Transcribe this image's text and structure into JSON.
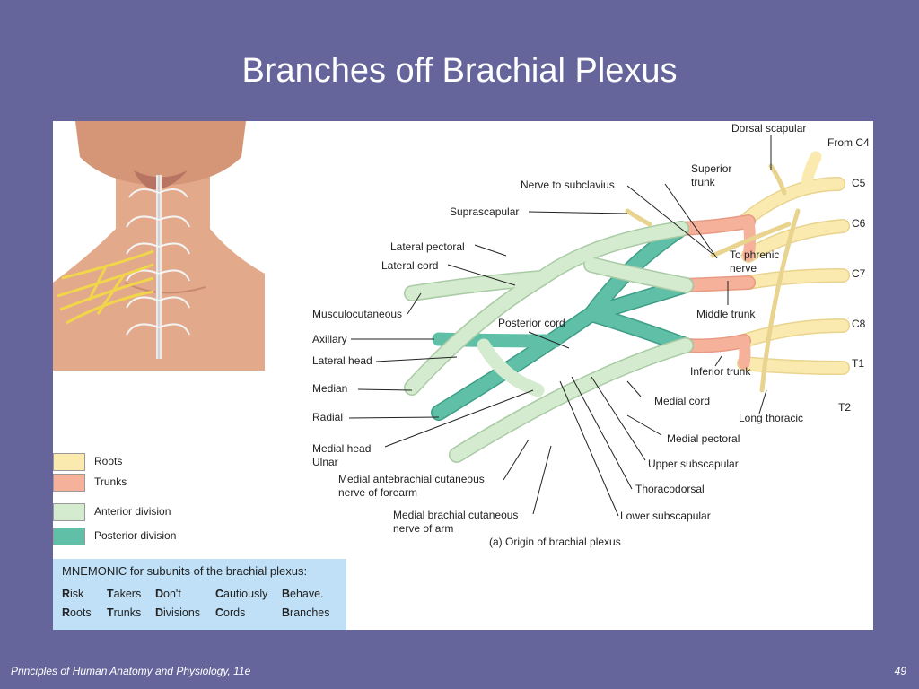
{
  "slide": {
    "title": "Branches off Brachial Plexus",
    "footer_source": "Principles of Human Anatomy and Physiology, 11e",
    "page_number": "49"
  },
  "diagram": {
    "caption": "(a) Origin of brachial plexus",
    "labels": {
      "dorsal_scapular": "Dorsal scapular",
      "from_c4": "From C4",
      "superior_trunk_1": "Superior",
      "superior_trunk_2": "trunk",
      "c5": "C5",
      "c6": "C6",
      "c7": "C7",
      "c8": "C8",
      "t1": "T1",
      "t2": "T2",
      "nerve_to_subclavius": "Nerve to subclavius",
      "suprascapular": "Suprascapular",
      "lateral_pectoral": "Lateral pectoral",
      "lateral_cord": "Lateral cord",
      "to_phrenic_1": "To phrenic",
      "to_phrenic_2": "nerve",
      "musculocutaneous": "Musculocutaneous",
      "middle_trunk": "Middle trunk",
      "posterior_cord": "Posterior cord",
      "axillary": "Axillary",
      "lateral_head": "Lateral head",
      "inferior_trunk": "Inferior trunk",
      "median": "Median",
      "medial_cord": "Medial cord",
      "radial": "Radial",
      "long_thoracic": "Long thoracic",
      "medial_pectoral": "Medial pectoral",
      "medial_head": "Medial head",
      "ulnar": "Ulnar",
      "upper_subscapular": "Upper subscapular",
      "med_antebrachial_1": "Medial antebrachial cutaneous",
      "med_antebrachial_2": "nerve of forearm",
      "thoracodorsal": "Thoracodorsal",
      "med_brachial_1": "Medial brachial cutaneous",
      "med_brachial_2": "nerve of arm",
      "lower_subscapular": "Lower subscapular"
    }
  },
  "legend": {
    "items": [
      {
        "label": "Roots",
        "color": "#fbeab0"
      },
      {
        "label": "Trunks",
        "color": "#f5b19a"
      },
      {
        "label": "Anterior division",
        "color": "#d5ebcf"
      },
      {
        "label": "Posterior division",
        "color": "#5fbfa7"
      }
    ]
  },
  "mnemonic": {
    "title": "MNEMONIC for subunits of the brachial plexus:",
    "row1": [
      {
        "first": "R",
        "rest": "isk"
      },
      {
        "first": "T",
        "rest": "akers"
      },
      {
        "first": "D",
        "rest": "on't"
      },
      {
        "first": "C",
        "rest": "autiously"
      },
      {
        "first": "B",
        "rest": "ehave."
      }
    ],
    "row2": [
      {
        "first": "R",
        "rest": "oots"
      },
      {
        "first": "T",
        "rest": "runks"
      },
      {
        "first": "D",
        "rest": "ivisions"
      },
      {
        "first": "C",
        "rest": "ords"
      },
      {
        "first": "B",
        "rest": "ranches"
      }
    ]
  },
  "colors": {
    "background": "#65659b",
    "roots": "#fbeab0",
    "trunks": "#f5b19a",
    "anterior": "#d5ebcf",
    "posterior": "#5fbfa7",
    "mnemonic_box": "#bfe0f6"
  }
}
